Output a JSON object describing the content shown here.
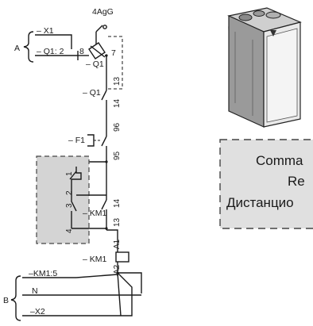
{
  "schematic": {
    "switch_label": "4AgG",
    "group_a_label": "A",
    "group_b_label": "B",
    "terminal_x1": "– X1",
    "terminal_q1_2": "– Q1: 2",
    "q1_terminal_8": "8",
    "q1_terminal_7": "7",
    "q1_top_label": "– Q1",
    "q1_terminal_13": "13",
    "q1_mid_label": "– Q1",
    "q1_terminal_14": "14",
    "f1_terminal_96": "96",
    "f1_label": "– F1",
    "f1_terminal_95": "95",
    "remote_terminal_1": "1",
    "remote_terminal_2": "2",
    "remote_terminal_3": "3",
    "remote_terminal_4": "4",
    "km1_terminal_14": "14",
    "km1_contact_label": "– KM1",
    "km1_terminal_13": "13",
    "coil_terminal_a1": "A1",
    "coil_label": "– KM1",
    "coil_terminal_a2": "A2",
    "terminal_km1_5": "–KM1:5",
    "terminal_n": "N",
    "terminal_x2": "–X2"
  },
  "legend_box": {
    "lines": [
      "Comma",
      "Re",
      "Дистанцио"
    ]
  },
  "product_image": {
    "icon": "enclosure-box-photo"
  }
}
